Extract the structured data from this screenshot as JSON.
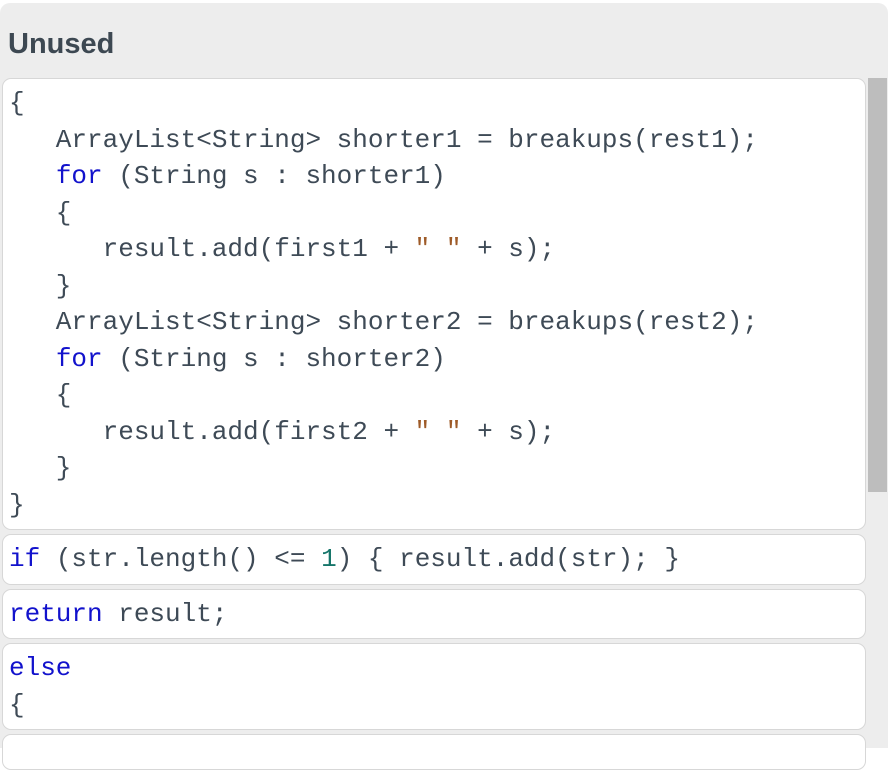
{
  "panel": {
    "title": "Unused"
  },
  "colors": {
    "page_background": "#ffffff",
    "panel_background": "#ededed",
    "title_text": "#3d4852",
    "block_background": "#ffffff",
    "block_border": "#d7d7d7",
    "code_text": "#3e4a56",
    "scrollbar_thumb": "#bdbdbd"
  },
  "syntax_colors": {
    "plain": "#3e4a56",
    "keyword": "#1212cc",
    "string": "#9e5b28",
    "number": "#16756a"
  },
  "blocks": [
    {
      "lines": [
        [
          {
            "t": "{"
          }
        ],
        [
          {
            "t": "   ArrayList<String> shorter1 = breakups(rest1);"
          }
        ],
        [
          {
            "t": "   "
          },
          {
            "t": "for",
            "s": "keyword"
          },
          {
            "t": " (String s : shorter1)"
          }
        ],
        [
          {
            "t": "   {"
          }
        ],
        [
          {
            "t": "      result.add(first1 + "
          },
          {
            "t": "\" \"",
            "s": "string"
          },
          {
            "t": " + s);"
          }
        ],
        [
          {
            "t": "   }"
          }
        ],
        [
          {
            "t": "   ArrayList<String> shorter2 = breakups(rest2);"
          }
        ],
        [
          {
            "t": "   "
          },
          {
            "t": "for",
            "s": "keyword"
          },
          {
            "t": " (String s : shorter2)"
          }
        ],
        [
          {
            "t": "   {"
          }
        ],
        [
          {
            "t": "      result.add(first2 + "
          },
          {
            "t": "\" \"",
            "s": "string"
          },
          {
            "t": " + s);"
          }
        ],
        [
          {
            "t": "   }"
          }
        ],
        [
          {
            "t": "}"
          }
        ]
      ]
    },
    {
      "lines": [
        [
          {
            "t": "if",
            "s": "keyword"
          },
          {
            "t": " (str.length() <= "
          },
          {
            "t": "1",
            "s": "number"
          },
          {
            "t": ") { result.add(str); }"
          }
        ]
      ]
    },
    {
      "lines": [
        [
          {
            "t": "return",
            "s": "keyword"
          },
          {
            "t": " result;"
          }
        ]
      ]
    },
    {
      "lines": [
        [
          {
            "t": "else",
            "s": "keyword"
          }
        ],
        [
          {
            "t": "{"
          }
        ]
      ]
    },
    {
      "lines": []
    }
  ]
}
